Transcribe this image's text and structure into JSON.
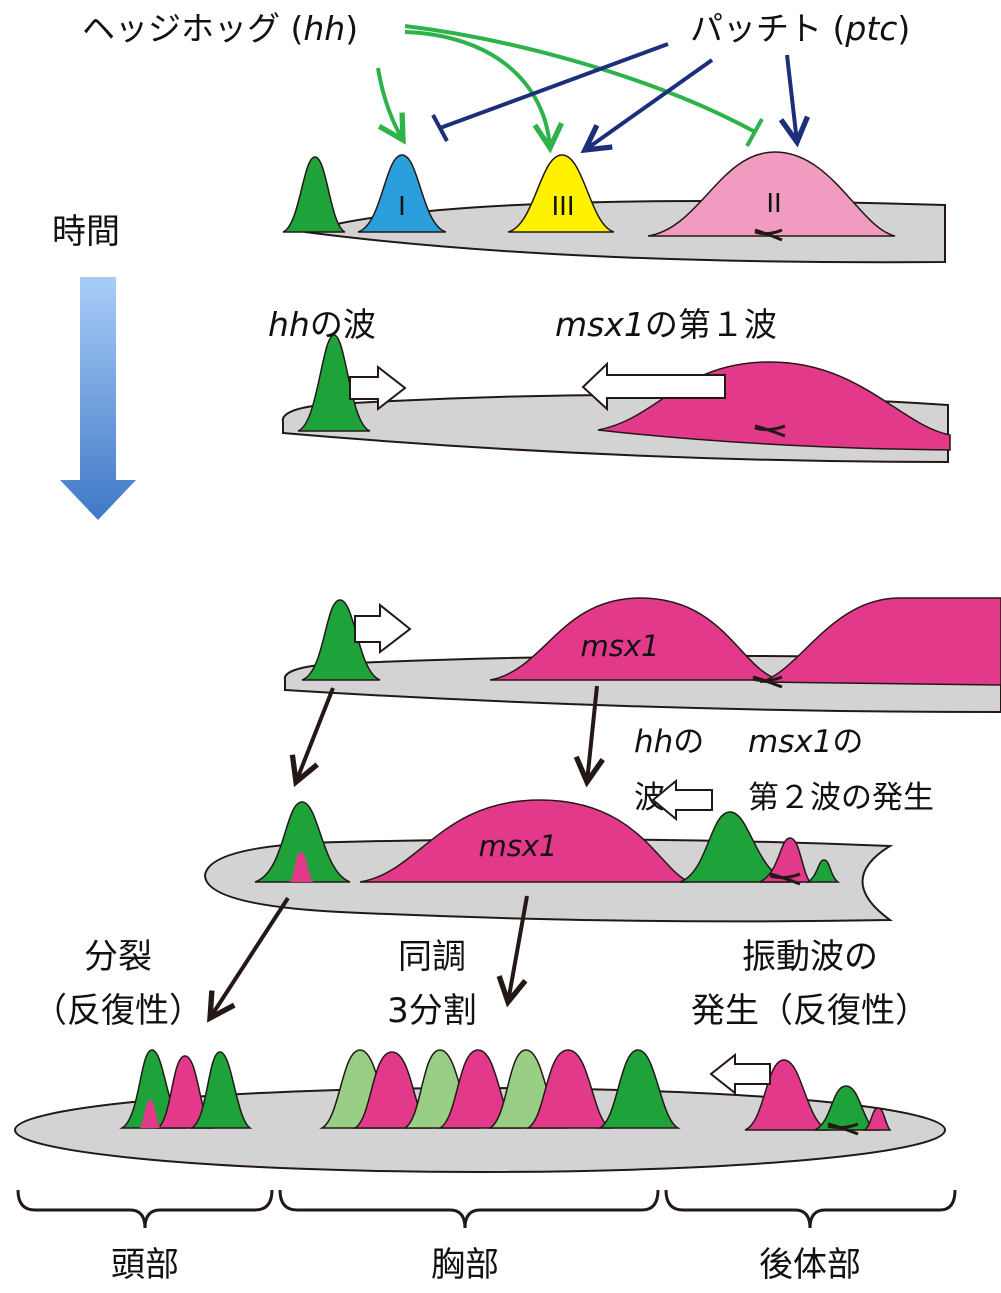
{
  "labels": {
    "hh_prefix": "ヘッジホッグ (",
    "hh_abbr": "hh",
    "hh_suffix": ")",
    "ptc_prefix": "パッチト (",
    "ptc_abbr": "ptc",
    "ptc_suffix": ")",
    "time": "時間",
    "hh_wave_italic": "hh",
    "hh_wave_rest": "の波",
    "msx1_first_italic": "msx1",
    "msx1_first_rest": "の第１波",
    "msx1_a": "msx1",
    "msx1_b": "msx1",
    "hh_wave2_italic": "hh",
    "hh_wave2_rest": "の",
    "hh_wave2_line2": "波",
    "msx1_second_italic": "msx1",
    "msx1_second_rest": "の",
    "msx1_second_line2": "第２波の発生",
    "split_line1": "分裂",
    "split_line2": "（反復性）",
    "sync_line1": "同調",
    "sync_line2": "3分割",
    "osc_line1": "振動波の",
    "osc_line2": "発生（反復性）",
    "head": "頭部",
    "thorax": "胸部",
    "abdomen": "後体部"
  },
  "segments": {
    "I": "I",
    "II": "II",
    "III": "III"
  },
  "colors": {
    "green": "#1ea33a",
    "light_green": "#98cf84",
    "blue": "#2a9fdc",
    "yellow": "#fff200",
    "pink_light": "#f29bc1",
    "magenta": "#e3398b",
    "gray": "#d3d3d3",
    "arrow_green": "#2db34a",
    "arrow_navy": "#1d2f7a",
    "arrow_dark": "#231815",
    "time_arrow": "#4f86cf"
  }
}
